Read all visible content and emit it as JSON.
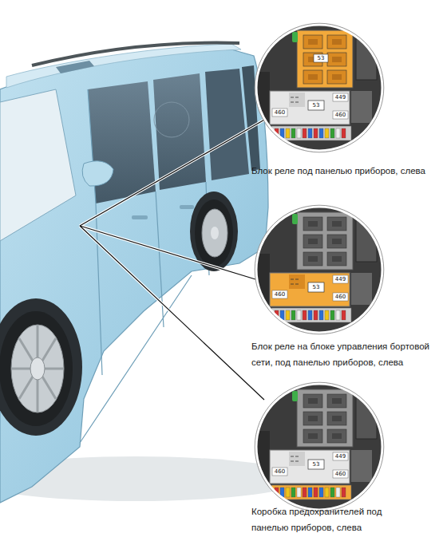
{
  "diagram": {
    "labels": [
      "53",
      "449",
      "53",
      "460",
      "460",
      "Блок реле под панелью приборов, слева",
      "449",
      "53",
      "460",
      "460",
      "Блок реле на блоке управления бортовой сети, под панелью приборов, слева",
      "449",
      "53",
      "460",
      "460",
      "Коробка предохранителей под панелью приборов, слева"
    ]
  }
}
